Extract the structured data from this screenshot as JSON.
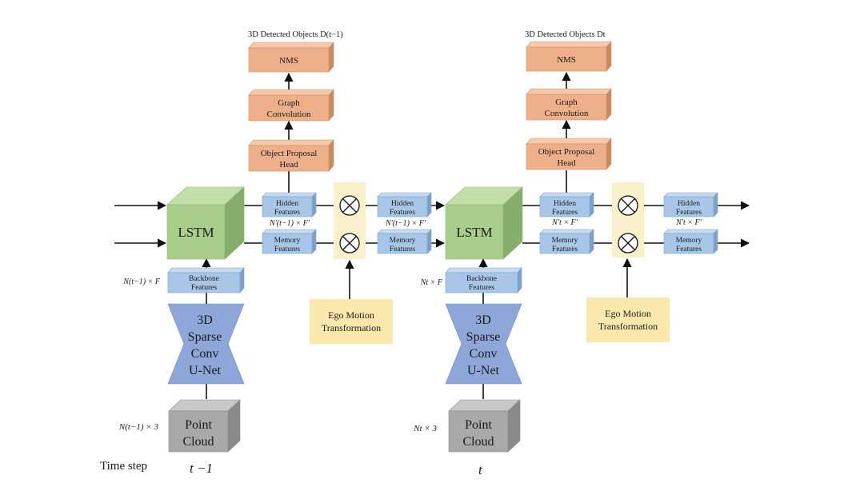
{
  "colors": {
    "orange": "#eeb08a",
    "lstm_green": "#a9cd8b",
    "feature_blue": "#a8c7e8",
    "unet_blue": "#8ea7d8",
    "point_gray": "#a9a9a9",
    "ego_yellow": "#fbe8ad",
    "mult_band": "#fbf0cc"
  },
  "labels": {
    "detected_t_minus_1": "3D Detected Objects D(t−1)",
    "detected_t": "3D Detected Objects Dt",
    "nms": "NMS",
    "graph_conv_1": "Graph",
    "graph_conv_2": "Convolution",
    "proposal_1": "Object Proposal",
    "proposal_2": "Head",
    "lstm": "LSTM",
    "hidden_1": "Hidden",
    "hidden_2": "Features",
    "memory_1": "Memory",
    "memory_2": "Features",
    "backbone_1": "Backbone",
    "backbone_2": "Features",
    "unet": [
      "3D",
      "Sparse",
      "Conv",
      "U-Net"
    ],
    "point_1": "Point",
    "point_2": "Cloud",
    "ego_1": "Ego Motion",
    "ego_2": "Transformation",
    "multiply": "⊗",
    "time_step": "Time step",
    "step_prev": "t −1",
    "step_curr": "t"
  },
  "dims": {
    "hidden_prev": "N′(t−1) × F′",
    "hidden_transformed_prev": "N′(t−1) × F′",
    "hidden_curr": "N′t × F′",
    "hidden_transformed_curr": "N′t × F′",
    "backbone_prev": "N(t−1) × F",
    "backbone_curr": "Nt × F",
    "points_prev": "N(t−1) × 3",
    "points_curr": "Nt × 3"
  }
}
